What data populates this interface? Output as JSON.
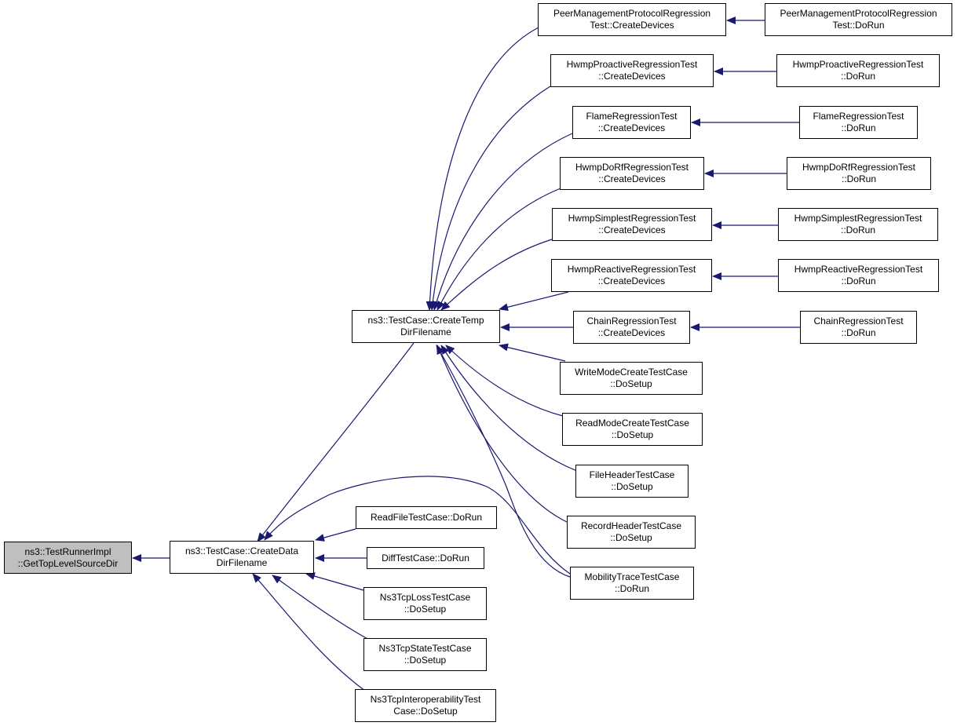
{
  "colors": {
    "edge": "#191970",
    "node_border": "#000000",
    "root_fill": "#bfbfbf",
    "node_fill": "#ffffff"
  },
  "nodes": {
    "root": {
      "line1": "ns3::TestRunnerImpl",
      "line2": "::GetTopLevelSourceDir"
    },
    "createData": {
      "line1": "ns3::TestCase::CreateData",
      "line2": "DirFilename"
    },
    "createTemp": {
      "line1": "ns3::TestCase::CreateTemp",
      "line2": "DirFilename"
    },
    "readFile": {
      "line1": "ReadFileTestCase::DoRun",
      "line2": ""
    },
    "diff": {
      "line1": "DiffTestCase::DoRun",
      "line2": ""
    },
    "tcpLoss": {
      "line1": "Ns3TcpLossTestCase",
      "line2": "::DoSetup"
    },
    "tcpState": {
      "line1": "Ns3TcpStateTestCase",
      "line2": "::DoSetup"
    },
    "tcpInterop": {
      "line1": "Ns3TcpInteroperabilityTest",
      "line2": "Case::DoSetup"
    },
    "peerCD": {
      "line1": "PeerManagementProtocolRegression",
      "line2": "Test::CreateDevices"
    },
    "hwmpProCD": {
      "line1": "HwmpProactiveRegressionTest",
      "line2": "::CreateDevices"
    },
    "flameCD": {
      "line1": "FlameRegressionTest",
      "line2": "::CreateDevices"
    },
    "hwmpDoRfCD": {
      "line1": "HwmpDoRfRegressionTest",
      "line2": "::CreateDevices"
    },
    "hwmpSimCD": {
      "line1": "HwmpSimplestRegressionTest",
      "line2": "::CreateDevices"
    },
    "hwmpReaCD": {
      "line1": "HwmpReactiveRegressionTest",
      "line2": "::CreateDevices"
    },
    "chainCD": {
      "line1": "ChainRegressionTest",
      "line2": "::CreateDevices"
    },
    "writeMode": {
      "line1": "WriteModeCreateTestCase",
      "line2": "::DoSetup"
    },
    "readMode": {
      "line1": "ReadModeCreateTestCase",
      "line2": "::DoSetup"
    },
    "fileHeader": {
      "line1": "FileHeaderTestCase",
      "line2": "::DoSetup"
    },
    "recordHeader": {
      "line1": "RecordHeaderTestCase",
      "line2": "::DoSetup"
    },
    "mobility": {
      "line1": "MobilityTraceTestCase",
      "line2": "::DoRun"
    },
    "peerRun": {
      "line1": "PeerManagementProtocolRegression",
      "line2": "Test::DoRun"
    },
    "hwmpProRun": {
      "line1": "HwmpProactiveRegressionTest",
      "line2": "::DoRun"
    },
    "flameRun": {
      "line1": "FlameRegressionTest",
      "line2": "::DoRun"
    },
    "hwmpDoRfRun": {
      "line1": "HwmpDoRfRegressionTest",
      "line2": "::DoRun"
    },
    "hwmpSimRun": {
      "line1": "HwmpSimplestRegressionTest",
      "line2": "::DoRun"
    },
    "hwmpReaRun": {
      "line1": "HwmpReactiveRegressionTest",
      "line2": "::DoRun"
    },
    "chainRun": {
      "line1": "ChainRegressionTest",
      "line2": "::DoRun"
    }
  }
}
